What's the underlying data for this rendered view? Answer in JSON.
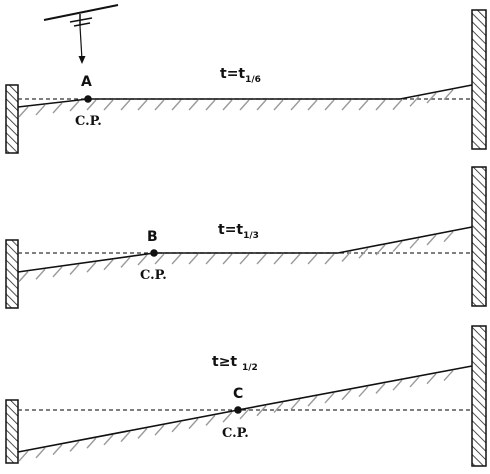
{
  "panels": [
    {
      "time_label_prefix": "t=t",
      "time_label_sub": "1/6",
      "point_label": "A",
      "cp_label": "C.P."
    },
    {
      "time_label_prefix": "t=t",
      "time_label_sub": "1/3",
      "point_label": "B",
      "cp_label": "C.P."
    },
    {
      "time_label_prefix": "t≥t ",
      "time_label_sub": "1/2",
      "point_label": "C",
      "cp_label": "C.P."
    }
  ],
  "colors": {
    "ink": "#111111",
    "hatch": "#9a9a9a",
    "wall_hatch": "#333333"
  },
  "icons": {
    "source": "overhead-source-icon"
  }
}
